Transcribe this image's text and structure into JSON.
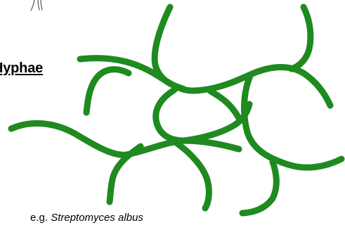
{
  "diagram": {
    "hyphae_label": "Hyphae",
    "caption_prefix": "e.g. ",
    "caption_species": "Streptomyces albus",
    "hypha_color": "#1f8a1f"
  }
}
